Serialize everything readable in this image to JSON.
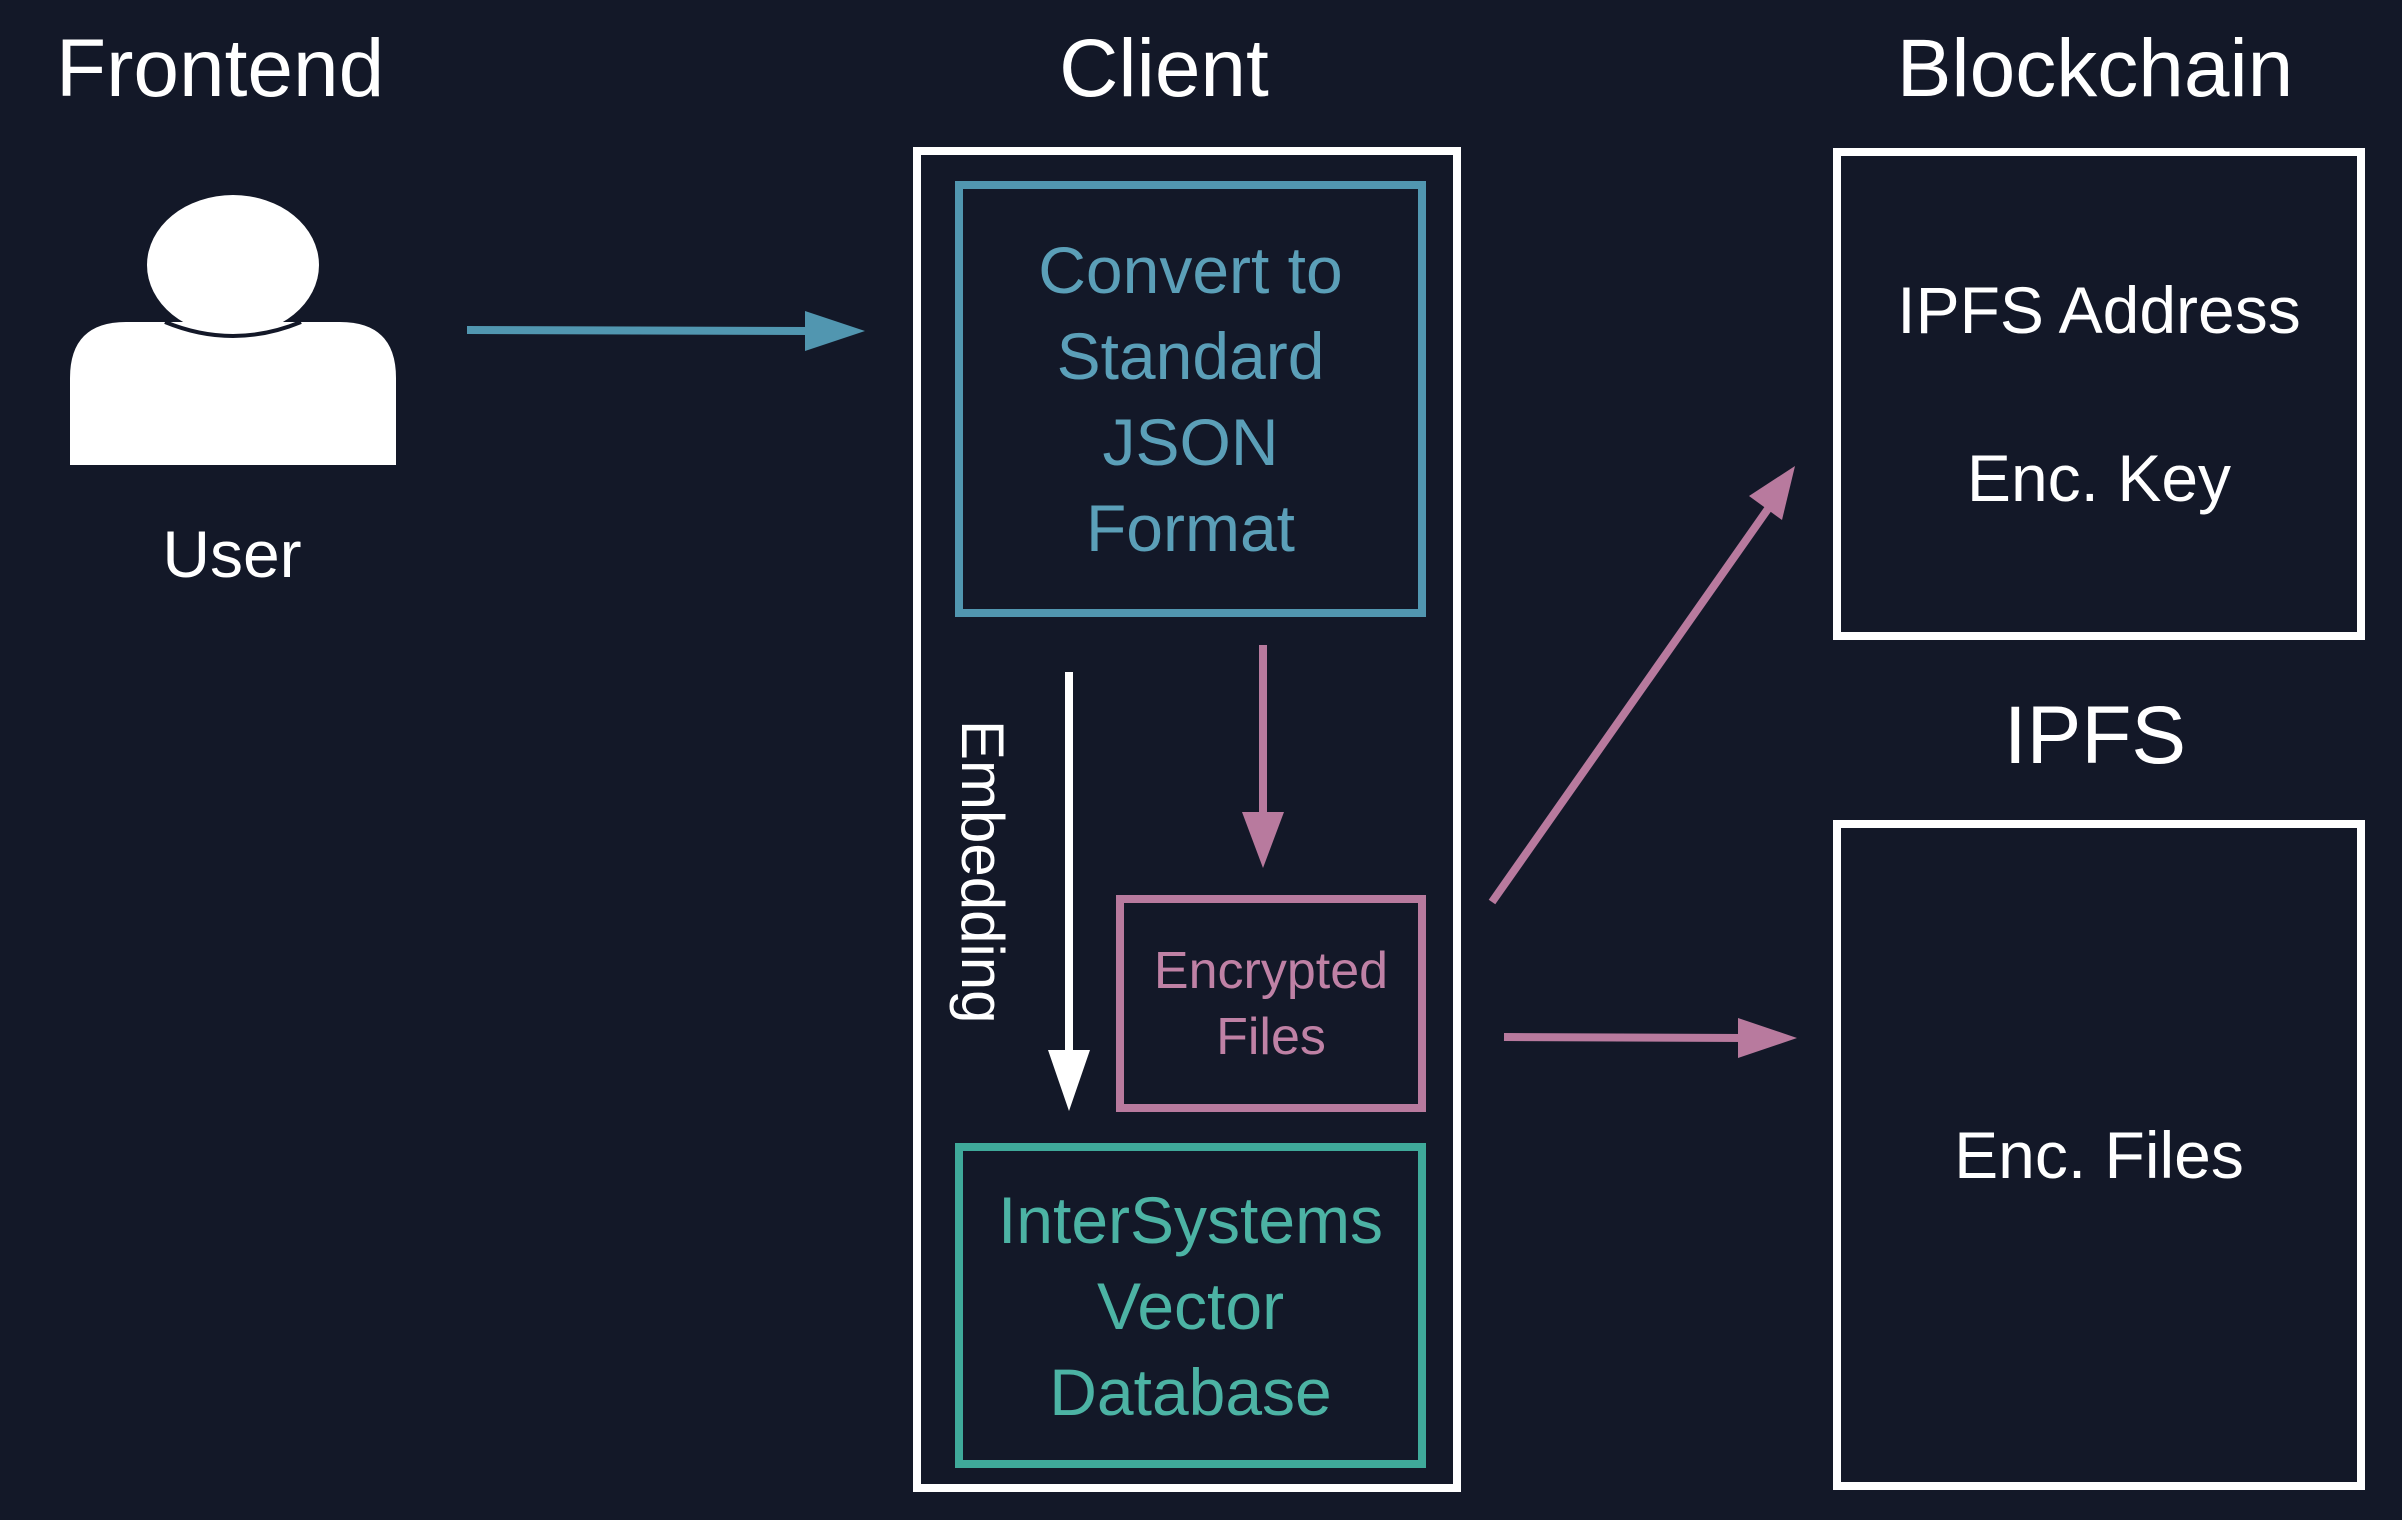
{
  "headings": {
    "frontend": "Frontend",
    "client": "Client",
    "blockchain": "Blockchain",
    "ipfs": "IPFS"
  },
  "user": {
    "label": "User",
    "icon": "user-icon"
  },
  "client": {
    "convert_box": {
      "lines": [
        "Convert to",
        "Standard",
        "JSON",
        "Format"
      ]
    },
    "encrypted_box": {
      "lines": [
        "Encrypted",
        "Files"
      ]
    },
    "database_box": {
      "lines": [
        "InterSystems",
        "Vector",
        "Database"
      ]
    },
    "embedding_label": "Embedding"
  },
  "blockchain_box": {
    "lines": [
      "IPFS Address",
      "Enc. Key"
    ]
  },
  "ipfs_box": {
    "lines": [
      "Enc. Files"
    ]
  },
  "colors": {
    "background": "#131828",
    "convert": "#5196b0",
    "encrypted": "#b87a9e",
    "database": "#3fa99a",
    "white": "#ffffff"
  }
}
